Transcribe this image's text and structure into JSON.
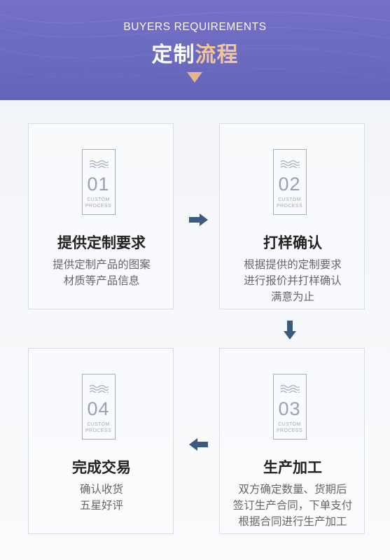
{
  "header": {
    "subtitle": "BUYERS REQUIREMENTS",
    "title_part1": "定制",
    "title_part2": "流程"
  },
  "steps": [
    {
      "number": "01",
      "badge_line1": "CUSTOM",
      "badge_line2": "PROCESS",
      "title": "提供定制要求",
      "desc": [
        "提供定制产品的图案",
        "材质等产品信息"
      ]
    },
    {
      "number": "02",
      "badge_line1": "CUSTOM",
      "badge_line2": "PROCESS",
      "title": "打样确认",
      "desc": [
        "根据提供的定制要求",
        "进行报价并打样确认",
        "满意为止"
      ]
    },
    {
      "number": "03",
      "badge_line1": "CUSTOM",
      "badge_line2": "PROCESS",
      "title": "生产加工",
      "desc": [
        "双方确定数量、货期后",
        "签订生产合同，下单支付",
        "根据合同进行生产加工"
      ]
    },
    {
      "number": "04",
      "badge_line1": "CUSTOM",
      "badge_line2": "PROCESS",
      "title": "完成交易",
      "desc": [
        "确认收货",
        "五星好评"
      ]
    }
  ],
  "colors": {
    "header_bg": "#6b6bc0",
    "title_accent": "#f1c49a",
    "arrow": "#3b5a7e",
    "badge": "#9aa1b4"
  },
  "icons": [
    "wave-icon",
    "arrow-right-icon",
    "arrow-down-icon",
    "arrow-left-icon"
  ]
}
